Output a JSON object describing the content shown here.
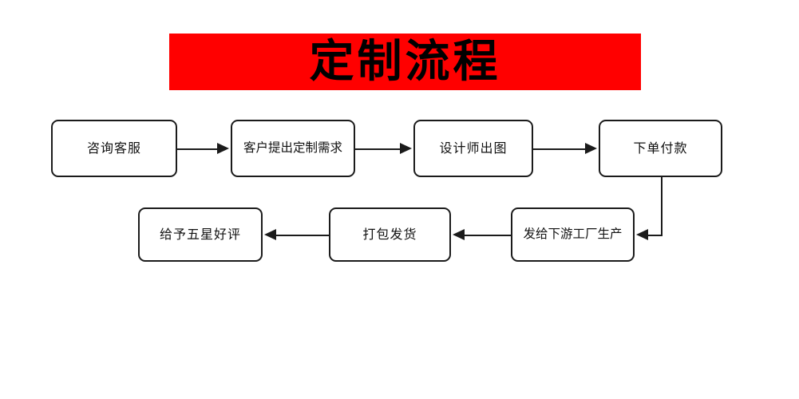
{
  "banner": {
    "title": "定制流程",
    "background_color": "#ff0000",
    "text_color": "#000000"
  },
  "diagram": {
    "type": "flowchart",
    "orientation": "serpentine-two-rows",
    "box_style": {
      "fill": "#ffffff",
      "border_color": "#1b1b1b",
      "corner": "rounded"
    },
    "connector_color": "#1b1b1b",
    "row1": [
      {
        "id": "step1",
        "label": "咨询客服"
      },
      {
        "id": "step2",
        "label": "客户提出定制需求"
      },
      {
        "id": "step3",
        "label": "设计师出图"
      },
      {
        "id": "step4",
        "label": "下单付款"
      }
    ],
    "row2": [
      {
        "id": "step7",
        "label": "给予五星好评"
      },
      {
        "id": "step6",
        "label": "打包发货"
      },
      {
        "id": "step5",
        "label": "发给下游工厂生产"
      }
    ],
    "connectors": [
      {
        "id": "c1",
        "from": "step1",
        "to": "step2",
        "direction": "right"
      },
      {
        "id": "c2",
        "from": "step2",
        "to": "step3",
        "direction": "right"
      },
      {
        "id": "c3",
        "from": "step3",
        "to": "step4",
        "direction": "right"
      },
      {
        "id": "c4",
        "from": "step4",
        "to": "step5",
        "direction": "down-then-left"
      },
      {
        "id": "c5",
        "from": "step5",
        "to": "step6",
        "direction": "left"
      },
      {
        "id": "c6",
        "from": "step6",
        "to": "step7",
        "direction": "left"
      }
    ]
  }
}
